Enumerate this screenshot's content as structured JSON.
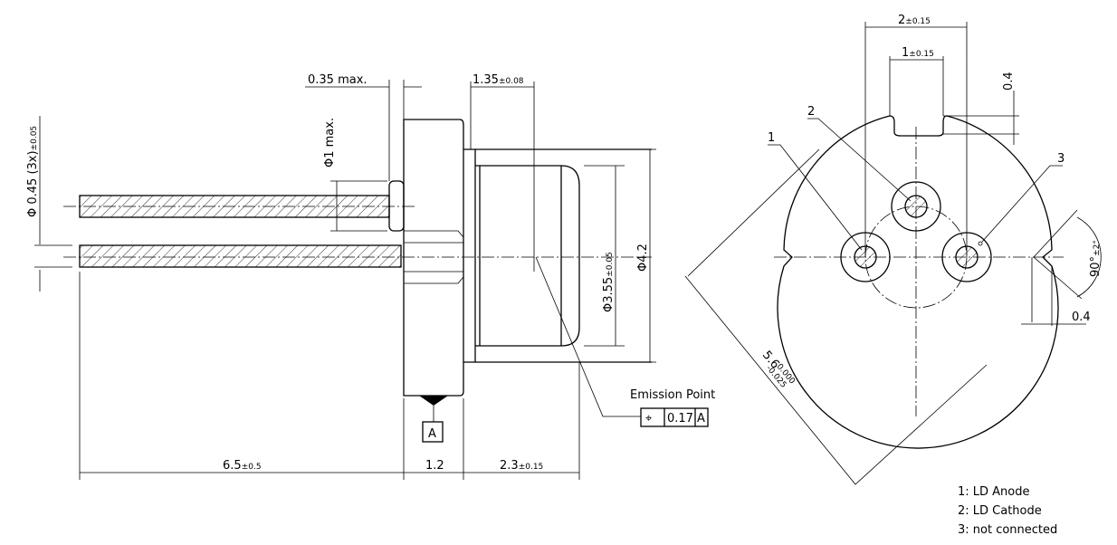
{
  "side_view": {
    "pin_diameter": "Φ 0.45 (3x)",
    "pin_diameter_tol": "±0.05",
    "collar_gap": "0.35 max.",
    "collar_diameter": "Φ1 max.",
    "cap_offset": "1.35",
    "cap_offset_tol": "±0.08",
    "window_diameter": "Φ3.55",
    "window_diameter_tol": "±0.05",
    "cap_diameter": "Φ4.2",
    "pin_length": "6.5",
    "pin_length_tol": "±0.5",
    "flange_thickness": "1.2",
    "cap_height": "2.3",
    "cap_height_tol": "±0.15",
    "datum": "A",
    "emission_label": "Emission Point",
    "tolerance_frame": {
      "symbol": "⌖",
      "value": "0.17",
      "datum": "A"
    }
  },
  "bottom_view": {
    "pin_spacing_outer": "2",
    "pin_spacing_outer_tol": "±0.15",
    "pin_spacing_inner": "1",
    "pin_spacing_inner_tol": "±0.15",
    "notch_depth_top": "0.4",
    "notch_depth_side": "0.4",
    "notch_angle": "90°",
    "notch_angle_tol": "±2°",
    "diameter": "5.6",
    "diameter_tol_upper": "0.000",
    "diameter_tol_lower": "-0.025",
    "pin_labels": [
      "1",
      "2",
      "3"
    ]
  },
  "legend": [
    "1: LD Anode",
    "2: LD Cathode",
    "3: not connected"
  ]
}
